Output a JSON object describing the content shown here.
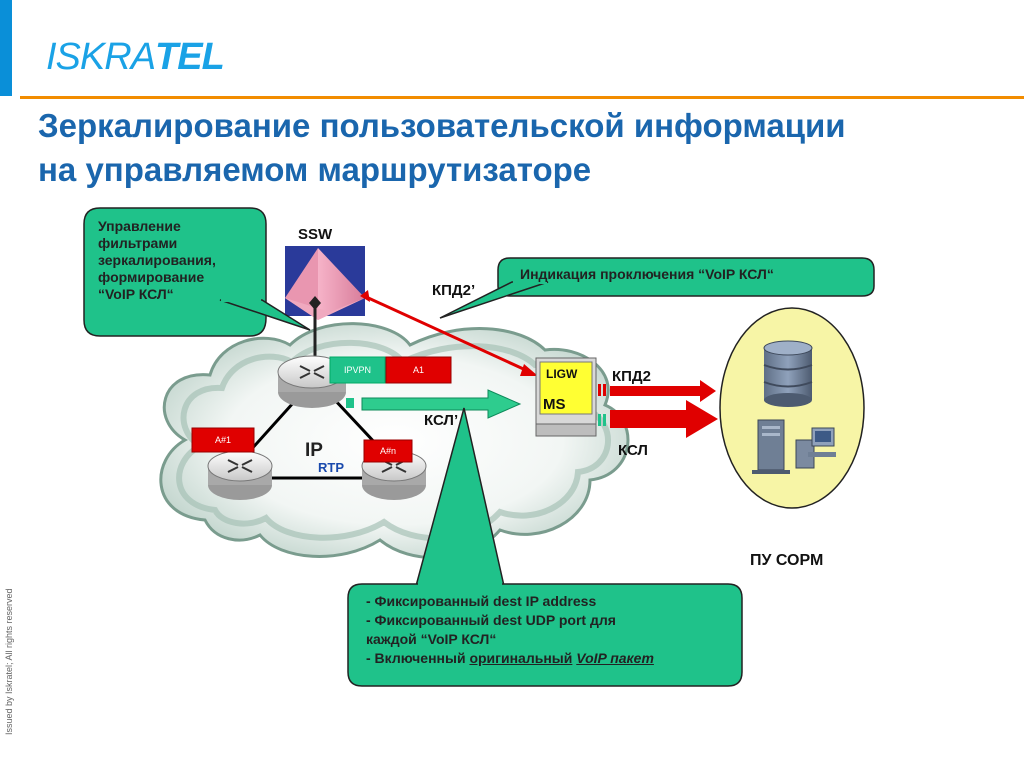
{
  "brand": {
    "logo_part1": "ISKRA",
    "logo_part2": "TEL"
  },
  "title_line1": "Зеркалирование пользовательской информации",
  "title_line2": "на управляемом маршрутизаторе",
  "footer_note": "Issued by Iskratel; All rights reserved",
  "callouts": {
    "filter": [
      "Управление",
      "фильтрами",
      "зеркалирования,",
      "формирование",
      "“VoIP КСЛ“"
    ],
    "indication": "Индикация проключения “VoIP КСЛ“",
    "bottom": {
      "line1": "- Фиксированный dest IP address",
      "line2": "- Фиксированный dest UDP port для",
      "line3": "каждой “VoIP КСЛ“",
      "line4_prefix": "- Включенный ",
      "line4_u1": "оригинальный",
      "line4_u2": "VoIP пакет"
    }
  },
  "labels": {
    "ssw": "SSW",
    "kpd2_prime": "КПД2’",
    "ligw": "LIGW",
    "ms": "MS",
    "kpd2": "КПД2",
    "ksl_prime": "КСЛ’",
    "ksl": "КСЛ",
    "ip": "IP",
    "rtp": "RTP",
    "ipvpn": "IPVPN",
    "a1": "A1",
    "a_hash1": "A#1",
    "a_hashn": "A#n",
    "pu_sorm": "ПУ СОРМ"
  },
  "colors": {
    "callout_fill": "#1fc28a",
    "accent_blue": "#1a66ad",
    "red": "#e00000",
    "sorm_fill": "#f7f5a6"
  }
}
